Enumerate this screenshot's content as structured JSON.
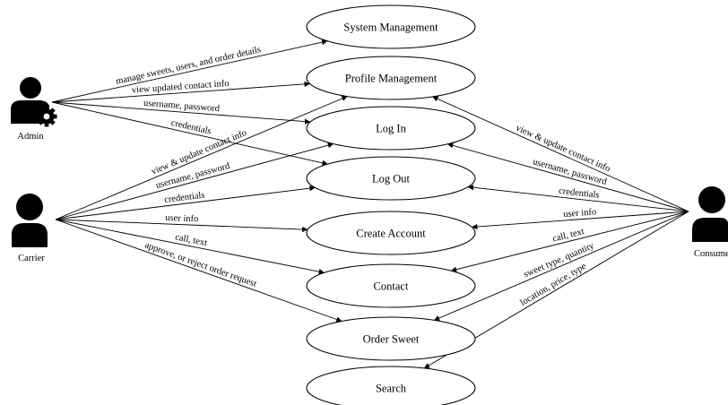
{
  "diagram": {
    "actors": [
      {
        "id": "admin",
        "label": "Admin"
      },
      {
        "id": "carrier",
        "label": "Carrier"
      },
      {
        "id": "consumer",
        "label": "Consumer"
      }
    ],
    "use_cases": [
      {
        "id": "system_management",
        "label": "System  Management"
      },
      {
        "id": "profile_management",
        "label": "Profile  Management"
      },
      {
        "id": "log_in",
        "label": "Log  In"
      },
      {
        "id": "log_out",
        "label": "Log  Out"
      },
      {
        "id": "create_account",
        "label": "Create Account"
      },
      {
        "id": "contact",
        "label": "Contact"
      },
      {
        "id": "order_sweet",
        "label": "Order Sweet"
      },
      {
        "id": "search",
        "label": "Search"
      }
    ],
    "associations": [
      {
        "from": "admin",
        "to": "system_management",
        "label": "manage sweets, users, and order details"
      },
      {
        "from": "admin",
        "to": "profile_management",
        "label": "view updated contact info"
      },
      {
        "from": "admin",
        "to": "log_in",
        "label": "username, password"
      },
      {
        "from": "admin",
        "to": "log_out",
        "label": "credentials"
      },
      {
        "from": "carrier",
        "to": "profile_management",
        "label": "view & update contact info"
      },
      {
        "from": "carrier",
        "to": "log_in",
        "label": "username, password"
      },
      {
        "from": "carrier",
        "to": "log_out",
        "label": "credentials"
      },
      {
        "from": "carrier",
        "to": "create_account",
        "label": "user info"
      },
      {
        "from": "carrier",
        "to": "contact",
        "label": "call, text"
      },
      {
        "from": "carrier",
        "to": "order_sweet",
        "label": "approve, or reject order request"
      },
      {
        "from": "consumer",
        "to": "profile_management",
        "label": "view & update contact info"
      },
      {
        "from": "consumer",
        "to": "log_in",
        "label": "username, password"
      },
      {
        "from": "consumer",
        "to": "log_out",
        "label": "credentials"
      },
      {
        "from": "consumer",
        "to": "create_account",
        "label": "user info"
      },
      {
        "from": "consumer",
        "to": "contact",
        "label": "call, text"
      },
      {
        "from": "consumer",
        "to": "order_sweet",
        "label": "sweet type, quantity"
      },
      {
        "from": "consumer",
        "to": "search",
        "label": "location, price, type"
      }
    ]
  }
}
